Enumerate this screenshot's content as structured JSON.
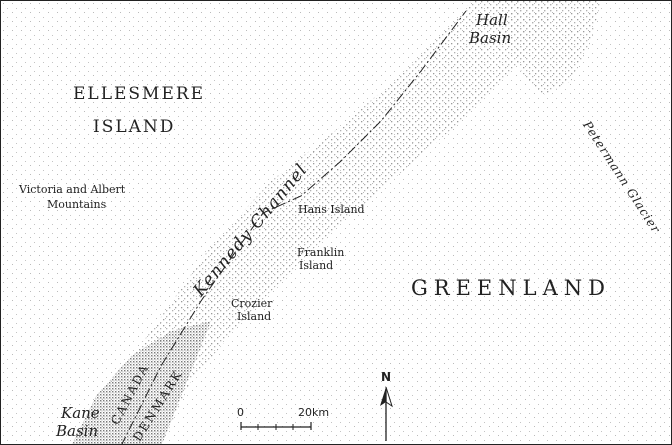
{
  "regions": {
    "ellesmere_line1": "ELLESMERE",
    "ellesmere_line2": "ISLAND",
    "greenland": "GREENLAND"
  },
  "waters": {
    "hall_line1": "Hall",
    "hall_line2": "Basin",
    "kennedy": "Kennedy Channel",
    "kane_line1": "Kane",
    "kane_line2": "Basin"
  },
  "features": {
    "victoria_line1": "Victoria and Albert",
    "victoria_line2": "Mountains",
    "petermann": "Petermann Glacier",
    "hans": "Hans Island",
    "franklin_line1": "Franklin",
    "franklin_line2": "Island",
    "crozier_line1": "Crozier",
    "crozier_line2": "Island"
  },
  "border": {
    "west": "CANADA",
    "east": "DENMARK"
  },
  "scale": {
    "start": "0",
    "end": "20km"
  },
  "north": "N",
  "colors": {
    "ink": "#222222",
    "stipple": "#9a9a9a"
  }
}
